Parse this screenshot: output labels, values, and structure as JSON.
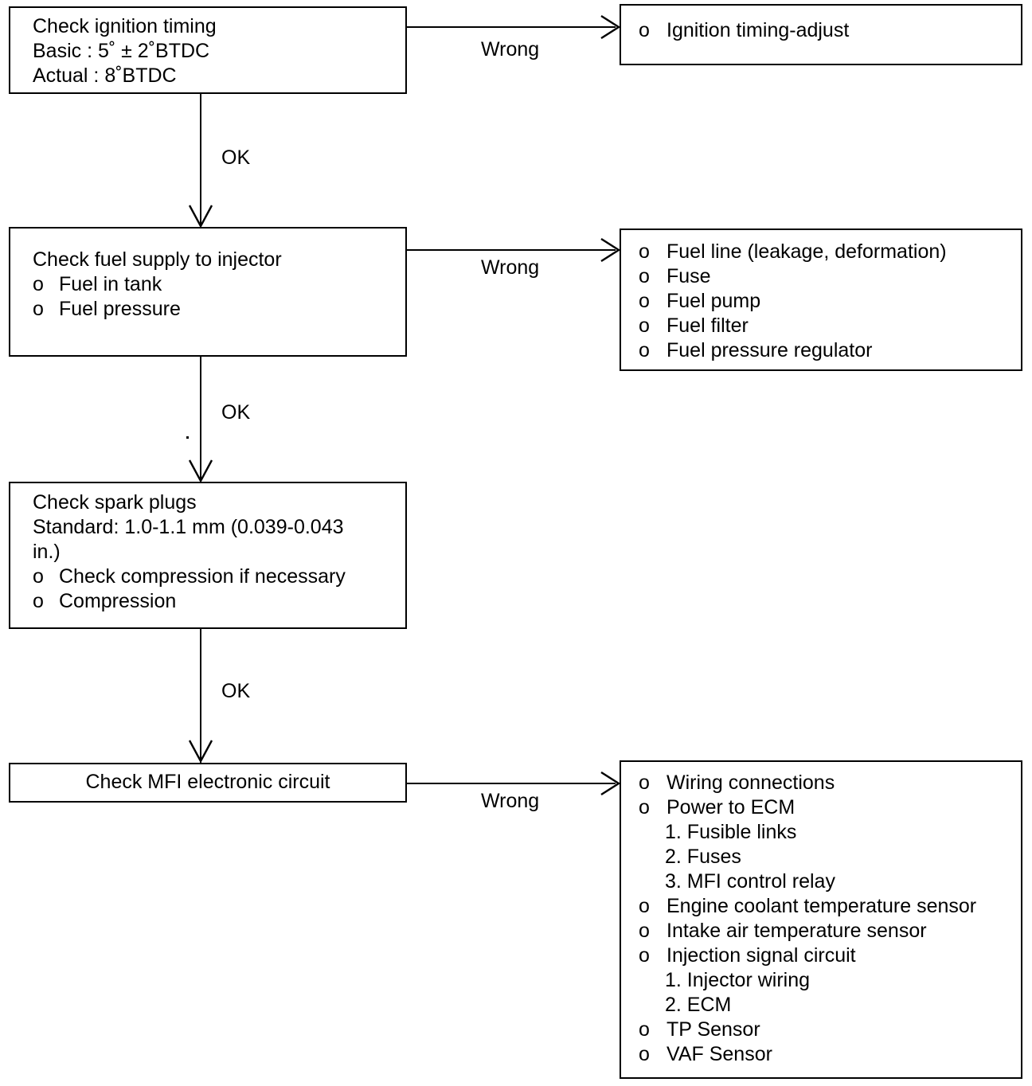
{
  "diagram": {
    "title": "MFI engine troubleshooting flowchart",
    "stroke_color": "#000000",
    "background_color": "#ffffff"
  },
  "nodes": {
    "check_ignition_timing": {
      "lines": [
        "Check ignition timing",
        "Basic : 5˚ ± 2˚BTDC",
        "Actual : 8˚BTDC"
      ]
    },
    "ignition_timing_adjust": {
      "bullet": "o",
      "items": [
        "Ignition timing-adjust"
      ]
    },
    "check_fuel_supply": {
      "heading": "Check fuel supply to injector",
      "bullet": "o",
      "items": [
        "Fuel in tank",
        "Fuel pressure"
      ]
    },
    "fuel_faults": {
      "bullet": "o",
      "items": [
        "Fuel line (leakage, deformation)",
        "Fuse",
        "Fuel pump",
        "Fuel filter",
        "Fuel pressure regulator"
      ]
    },
    "check_spark_plugs": {
      "heading_lines": [
        "Check spark plugs",
        "Standard: 1.0-1.1 mm (0.039-0.043",
        "in.)"
      ],
      "bullet": "o",
      "items": [
        "Check compression if necessary",
        "Compression"
      ]
    },
    "check_mfi_circuit": {
      "label": "Check MFI electronic circuit"
    },
    "mfi_faults": {
      "bullet": "o",
      "entries": [
        {
          "kind": "bullet",
          "text": "Wiring connections"
        },
        {
          "kind": "bullet",
          "text": "Power to ECM"
        },
        {
          "kind": "sub",
          "text": "1. Fusible links"
        },
        {
          "kind": "sub",
          "text": "2. Fuses"
        },
        {
          "kind": "sub",
          "text": "3. MFI control relay"
        },
        {
          "kind": "bullet",
          "text": "Engine coolant temperature sensor"
        },
        {
          "kind": "bullet",
          "text": "Intake air temperature sensor"
        },
        {
          "kind": "bullet",
          "text": "Injection signal circuit"
        },
        {
          "kind": "sub",
          "text": "1. Injector wiring"
        },
        {
          "kind": "sub",
          "text": "2. ECM"
        },
        {
          "kind": "bullet",
          "text": "TP Sensor"
        },
        {
          "kind": "bullet",
          "text": "VAF Sensor"
        }
      ]
    }
  },
  "edges": {
    "wrong_1": {
      "label": "Wrong"
    },
    "ok_1": {
      "label": "OK"
    },
    "wrong_2": {
      "label": "Wrong"
    },
    "ok_2": {
      "label": "OK"
    },
    "ok_3": {
      "label": "OK"
    },
    "wrong_3": {
      "label": "Wrong"
    }
  }
}
